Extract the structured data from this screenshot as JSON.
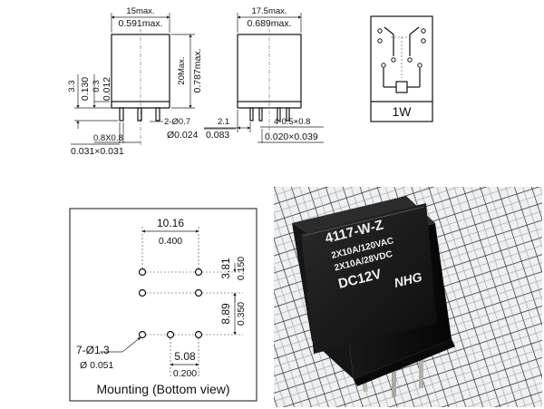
{
  "front_view": {
    "width_mm": "15max.",
    "width_in": "0.591max.",
    "height_mm": "20Max.",
    "height_in": "0.787max.",
    "left_a_mm": "3.3",
    "left_a_in": "0.130",
    "left_b_mm": "0.3",
    "left_b_in": "0.012",
    "pin_dia": "2-Ø0.7",
    "pin_dia_in": "Ø0.024",
    "pin_size": "0.8X0.8",
    "pin_size_in": "0.031×0.031"
  },
  "side_view": {
    "width_mm": "17.5max.",
    "width_in": "0.689max.",
    "offset_mm": "2.1",
    "offset_in": "0.083",
    "pin_size": "4-0.5×0.8",
    "pin_size_in": "0.020×0.039"
  },
  "schematic": {
    "label": "1W"
  },
  "mounting": {
    "dim_top_mm": "10.16",
    "dim_top_in": "0.400",
    "dim_r1_mm": "3.81",
    "dim_r1_in": "0.150",
    "dim_r2_mm": "8.89",
    "dim_r2_in": "0.350",
    "dim_bottom_mm": "5.08",
    "dim_bottom_in": "0.200",
    "hole_mm": "7-Ø1.3",
    "hole_in": "Ø 0.051",
    "caption": "Mounting (Bottom view)"
  },
  "photo": {
    "line1": "4117-W-Z",
    "line2": "2X10A/120VAC",
    "line3": "2X10A/28VDC",
    "line4": "DC12V",
    "logo": "NHG"
  }
}
